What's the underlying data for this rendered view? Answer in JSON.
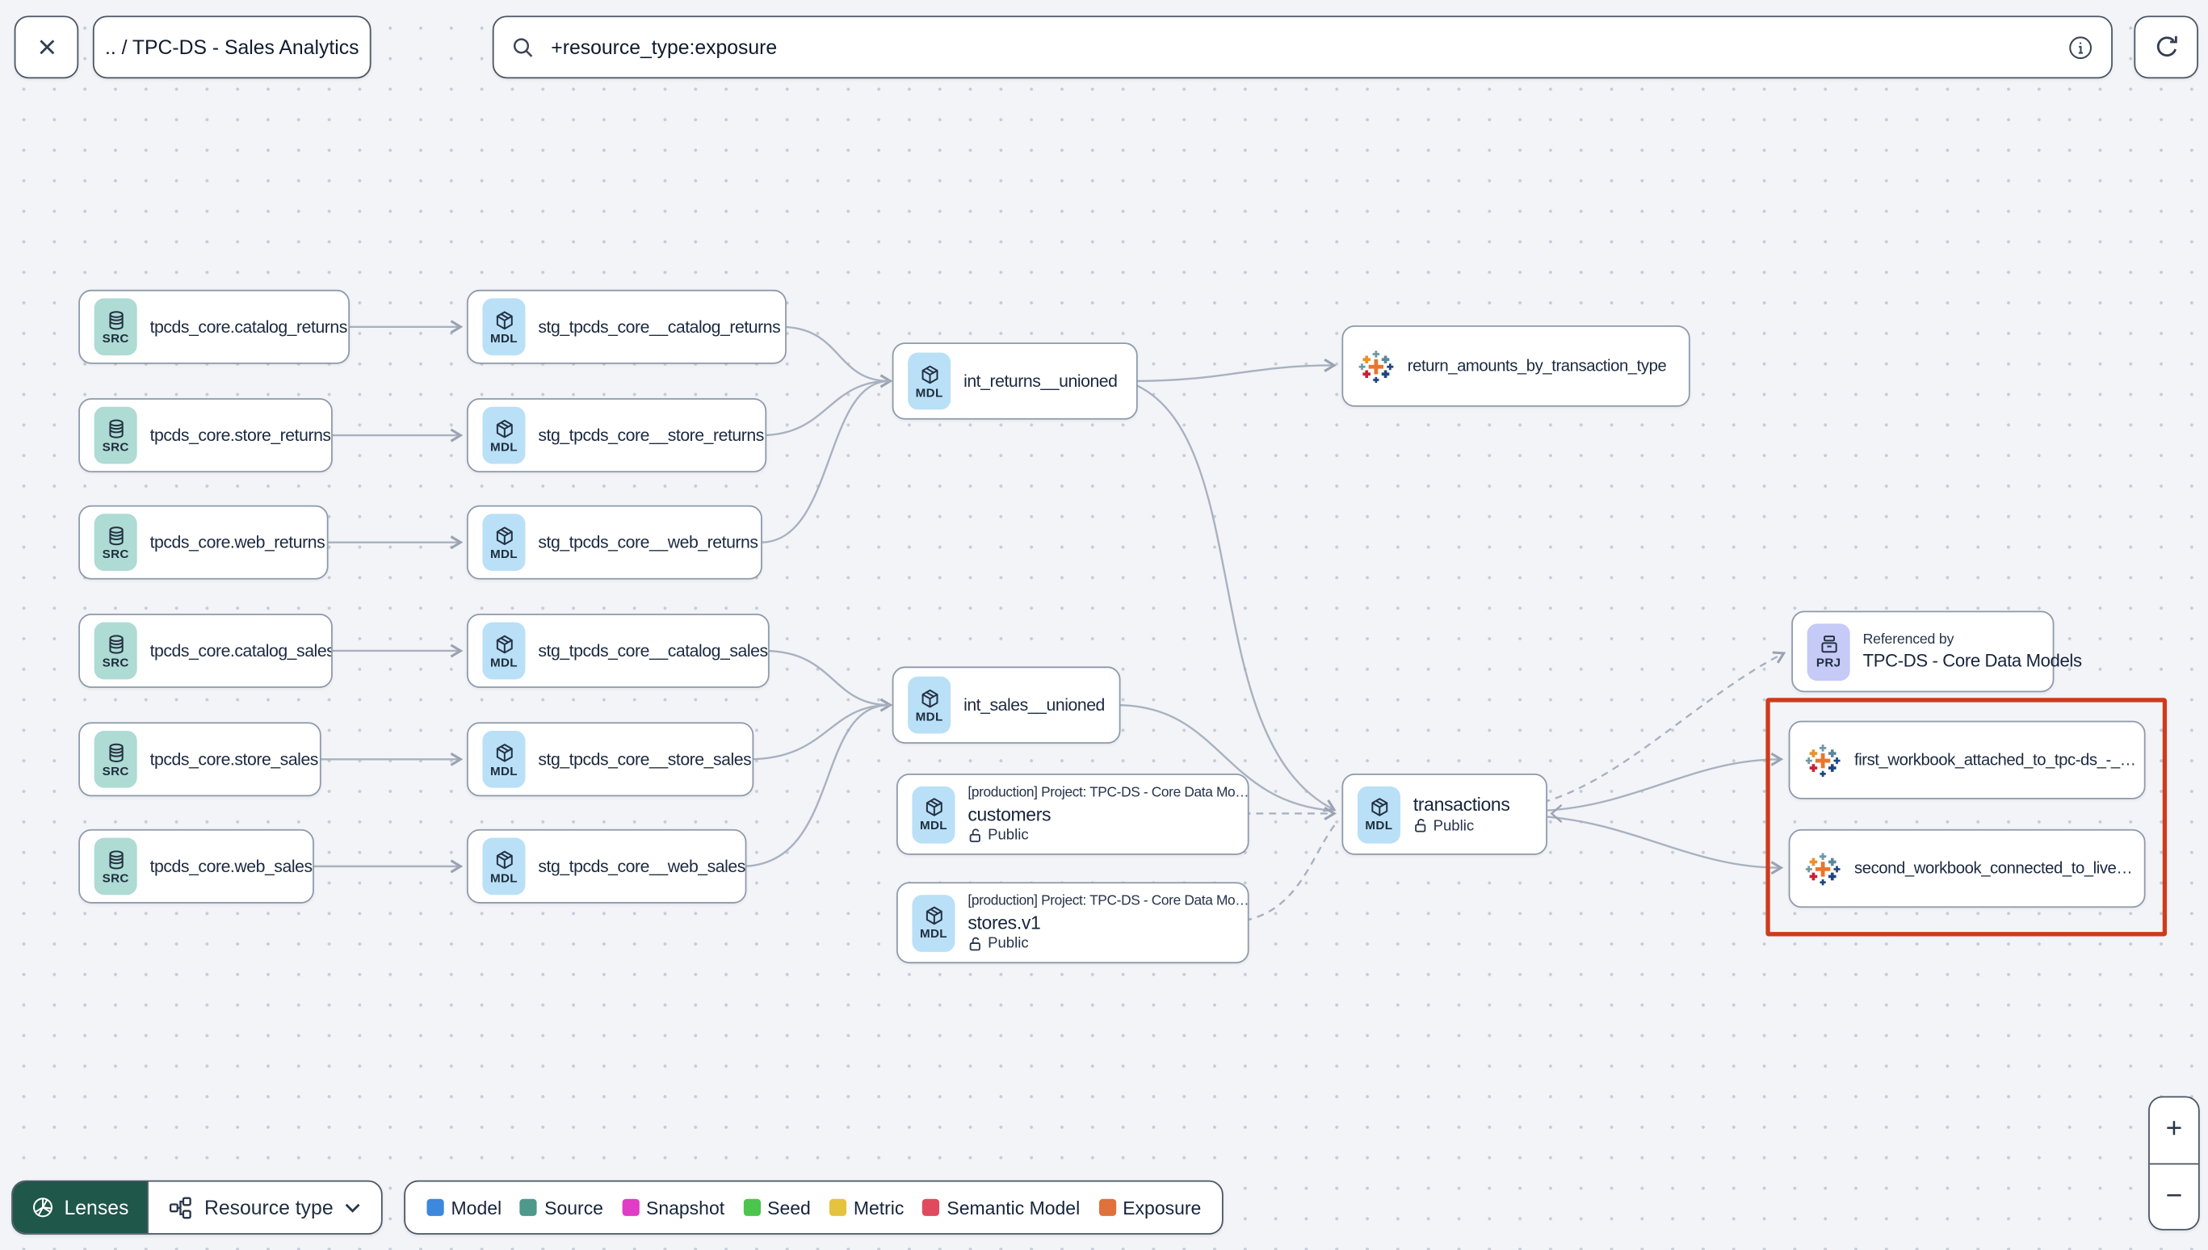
{
  "toolbar": {
    "breadcrumb": ".. / TPC-DS - Sales Analytics",
    "search_value": "+resource_type:exposure"
  },
  "badges": {
    "source": "SRC",
    "model": "MDL",
    "project": "PRJ"
  },
  "icons": {
    "close": "x-mark",
    "search": "magnifier",
    "info": "circle-i",
    "refresh": "circular-arrow",
    "lenses": "aperture",
    "resource_type": "hierarchy-nodes",
    "source": "database",
    "model": "cube",
    "project": "archive-box",
    "exposure": "tableau-logo",
    "public": "open-padlock"
  },
  "graph": {
    "sources": [
      {
        "label": "tpcds_core.catalog_returns"
      },
      {
        "label": "tpcds_core.store_returns"
      },
      {
        "label": "tpcds_core.web_returns"
      },
      {
        "label": "tpcds_core.catalog_sales"
      },
      {
        "label": "tpcds_core.store_sales"
      },
      {
        "label": "tpcds_core.web_sales"
      }
    ],
    "staging": [
      {
        "label": "stg_tpcds_core__catalog_returns"
      },
      {
        "label": "stg_tpcds_core__store_returns"
      },
      {
        "label": "stg_tpcds_core__web_returns"
      },
      {
        "label": "stg_tpcds_core__catalog_sales"
      },
      {
        "label": "stg_tpcds_core__store_sales"
      },
      {
        "label": "stg_tpcds_core__web_sales"
      }
    ],
    "intermediate": [
      {
        "label": "int_returns__unioned"
      },
      {
        "label": "int_sales__unioned"
      }
    ],
    "exposure_top": {
      "label": "return_amounts_by_transaction_type"
    },
    "customers": {
      "meta": "[production] Project: TPC-DS - Core Data Mo…",
      "label": "customers",
      "access": "Public"
    },
    "stores": {
      "meta": "[production] Project: TPC-DS - Core Data Mo…",
      "label": "stores.v1",
      "access": "Public"
    },
    "transactions": {
      "label": "transactions",
      "access": "Public"
    },
    "project_ref": {
      "title": "Referenced by",
      "label": "TPC-DS - Core Data Models"
    },
    "workbooks": [
      {
        "label": "first_workbook_attached_to_tpc-ds_-_…"
      },
      {
        "label": "second_workbook_connected_to_live…"
      }
    ]
  },
  "footer": {
    "lenses_label": "Lenses",
    "resource_type_label": "Resource type",
    "legend": [
      {
        "label": "Model",
        "color": "#3d87dc"
      },
      {
        "label": "Source",
        "color": "#4f988c"
      },
      {
        "label": "Snapshot",
        "color": "#e03cc6"
      },
      {
        "label": "Seed",
        "color": "#4cc44e"
      },
      {
        "label": "Metric",
        "color": "#e5c33e"
      },
      {
        "label": "Semantic Model",
        "color": "#e04a5e"
      },
      {
        "label": "Exposure",
        "color": "#e0703c"
      }
    ]
  },
  "zoom_controls": {
    "zoom_in": "+",
    "zoom_out": "−"
  },
  "colors": {
    "highlight_box": "#cf3a1c",
    "edge": "#a9b1c0",
    "lenses_bg": "#1f574b"
  }
}
